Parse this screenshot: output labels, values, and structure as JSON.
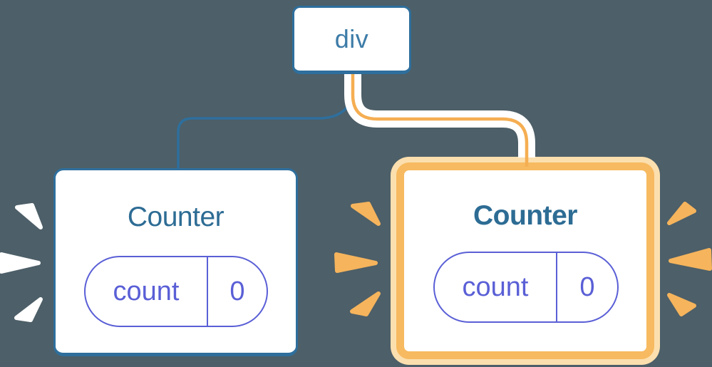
{
  "diagram": {
    "description": "React render tree: a div root with two Counter children; the right Counter is newly mounted (orange highlight) and both hold state count = 0",
    "root": {
      "label": "div"
    },
    "children": [
      {
        "title": "Counter",
        "state_name": "count",
        "state_value": "0",
        "highlighted": false
      },
      {
        "title": "Counter",
        "state_name": "count",
        "state_value": "0",
        "highlighted": true
      }
    ]
  },
  "colors": {
    "background": "#4d5f68",
    "blue_stroke": "#2e6f9d",
    "blue_text": "#3d7ca8",
    "title_blue": "#2d6c94",
    "purple": "#5a5fd6",
    "orange": "#f7ba60",
    "orange_light": "#fcdfae",
    "orange_line": "#f5ae52",
    "spark_orange": "#f6b45c",
    "spark_white": "#ffffff",
    "card_bg": "#ffffff"
  }
}
